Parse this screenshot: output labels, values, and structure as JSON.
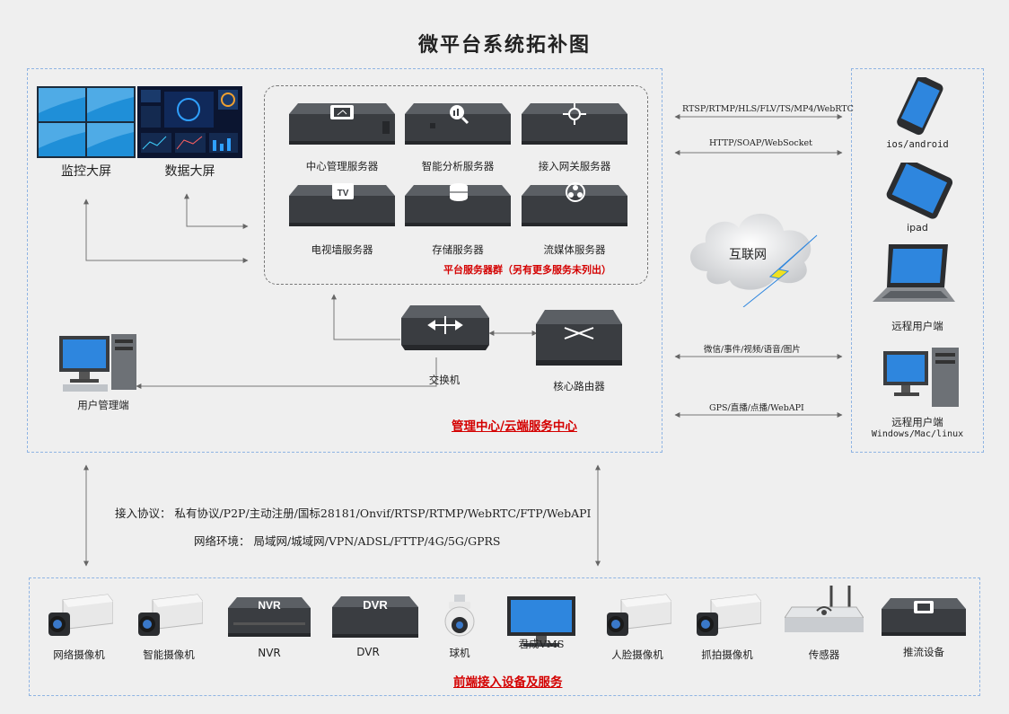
{
  "title": "微平台系统拓补图",
  "screens": {
    "monitor_wall": "监控大屏",
    "data_screen": "数据大屏"
  },
  "servers": [
    {
      "label": "中心管理服务器",
      "icon": "server-management"
    },
    {
      "label": "智能分析服务器",
      "icon": "server-analysis"
    },
    {
      "label": "接入网关服务器",
      "icon": "server-gateway"
    },
    {
      "label": "电视墙服务器",
      "icon": "server-tv"
    },
    {
      "label": "存储服务器",
      "icon": "server-storage"
    },
    {
      "label": "流媒体服务器",
      "icon": "server-media"
    }
  ],
  "server_group_label": "平台服务器群（另有更多服务未列出）",
  "switch_label": "交换机",
  "router_label": "核心路由器",
  "user_mgmt_label": "用户管理端",
  "center_label": "管理中心/云端服务中心",
  "internet_label": "互联网",
  "protocols": {
    "p1": "RTSP/RTMP/HLS/FLV/TS/MP4/WebRTC",
    "p2": "HTTP/SOAP/WebSocket",
    "p3": "微信/事件/视频/语音/图片",
    "p4": "GPS/直播/点播/WebAPI"
  },
  "clients": {
    "ios_android": "ios/android",
    "ipad": "ipad",
    "remote_user": "远程用户端",
    "remote_user2": "远程用户端",
    "os_list": "Windows/Mac/linux"
  },
  "access": {
    "protocol_line": "接入协议： 私有协议/P2P/主动注册/国标28181/Onvif/RTSP/RTMP/WebRTC/FTP/WebAPI",
    "network_line": "网络环境： 局域网/城域网/VPN/ADSL/FTTP/4G/5G/GPRS"
  },
  "devices": [
    {
      "label": "网络摄像机"
    },
    {
      "label": "智能摄像机"
    },
    {
      "label": "NVR"
    },
    {
      "label": "DVR"
    },
    {
      "label": "球机"
    },
    {
      "label": "君成VMS"
    },
    {
      "label": "人脸摄像机"
    },
    {
      "label": "抓拍摄像机"
    },
    {
      "label": "传感器"
    },
    {
      "label": "推流设备"
    }
  ],
  "device_badges": {
    "nvr": "NVR",
    "dvr": "DVR",
    "tv": "TV"
  },
  "frontend_label": "前端接入设备及服务",
  "colors": {
    "accent_red": "#d40000",
    "dash_blue": "#8fb4e3",
    "device_dark": "#3a3d41"
  }
}
